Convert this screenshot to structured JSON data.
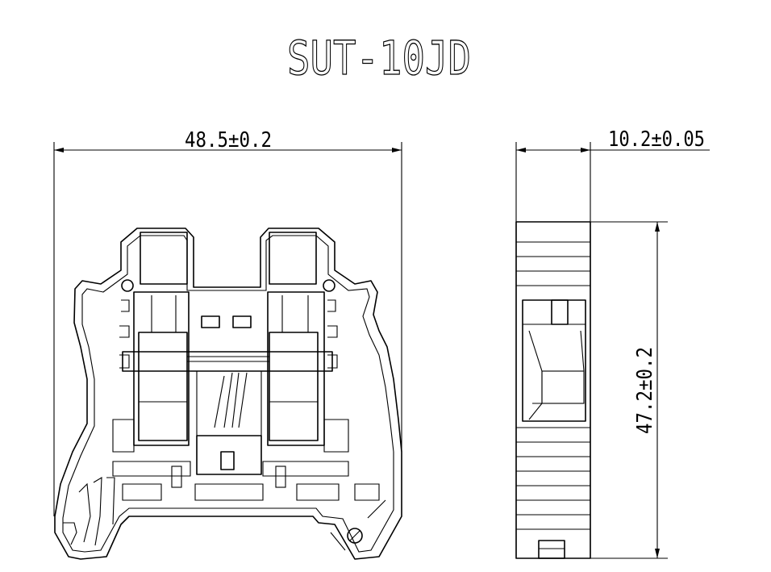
{
  "title": "SUT-10JD",
  "dimensions": {
    "width": "48.5±0.2",
    "thickness": "10.2±0.05",
    "height": "47.2±0.2"
  },
  "line_color": "#000000",
  "background_color": "#ffffff"
}
